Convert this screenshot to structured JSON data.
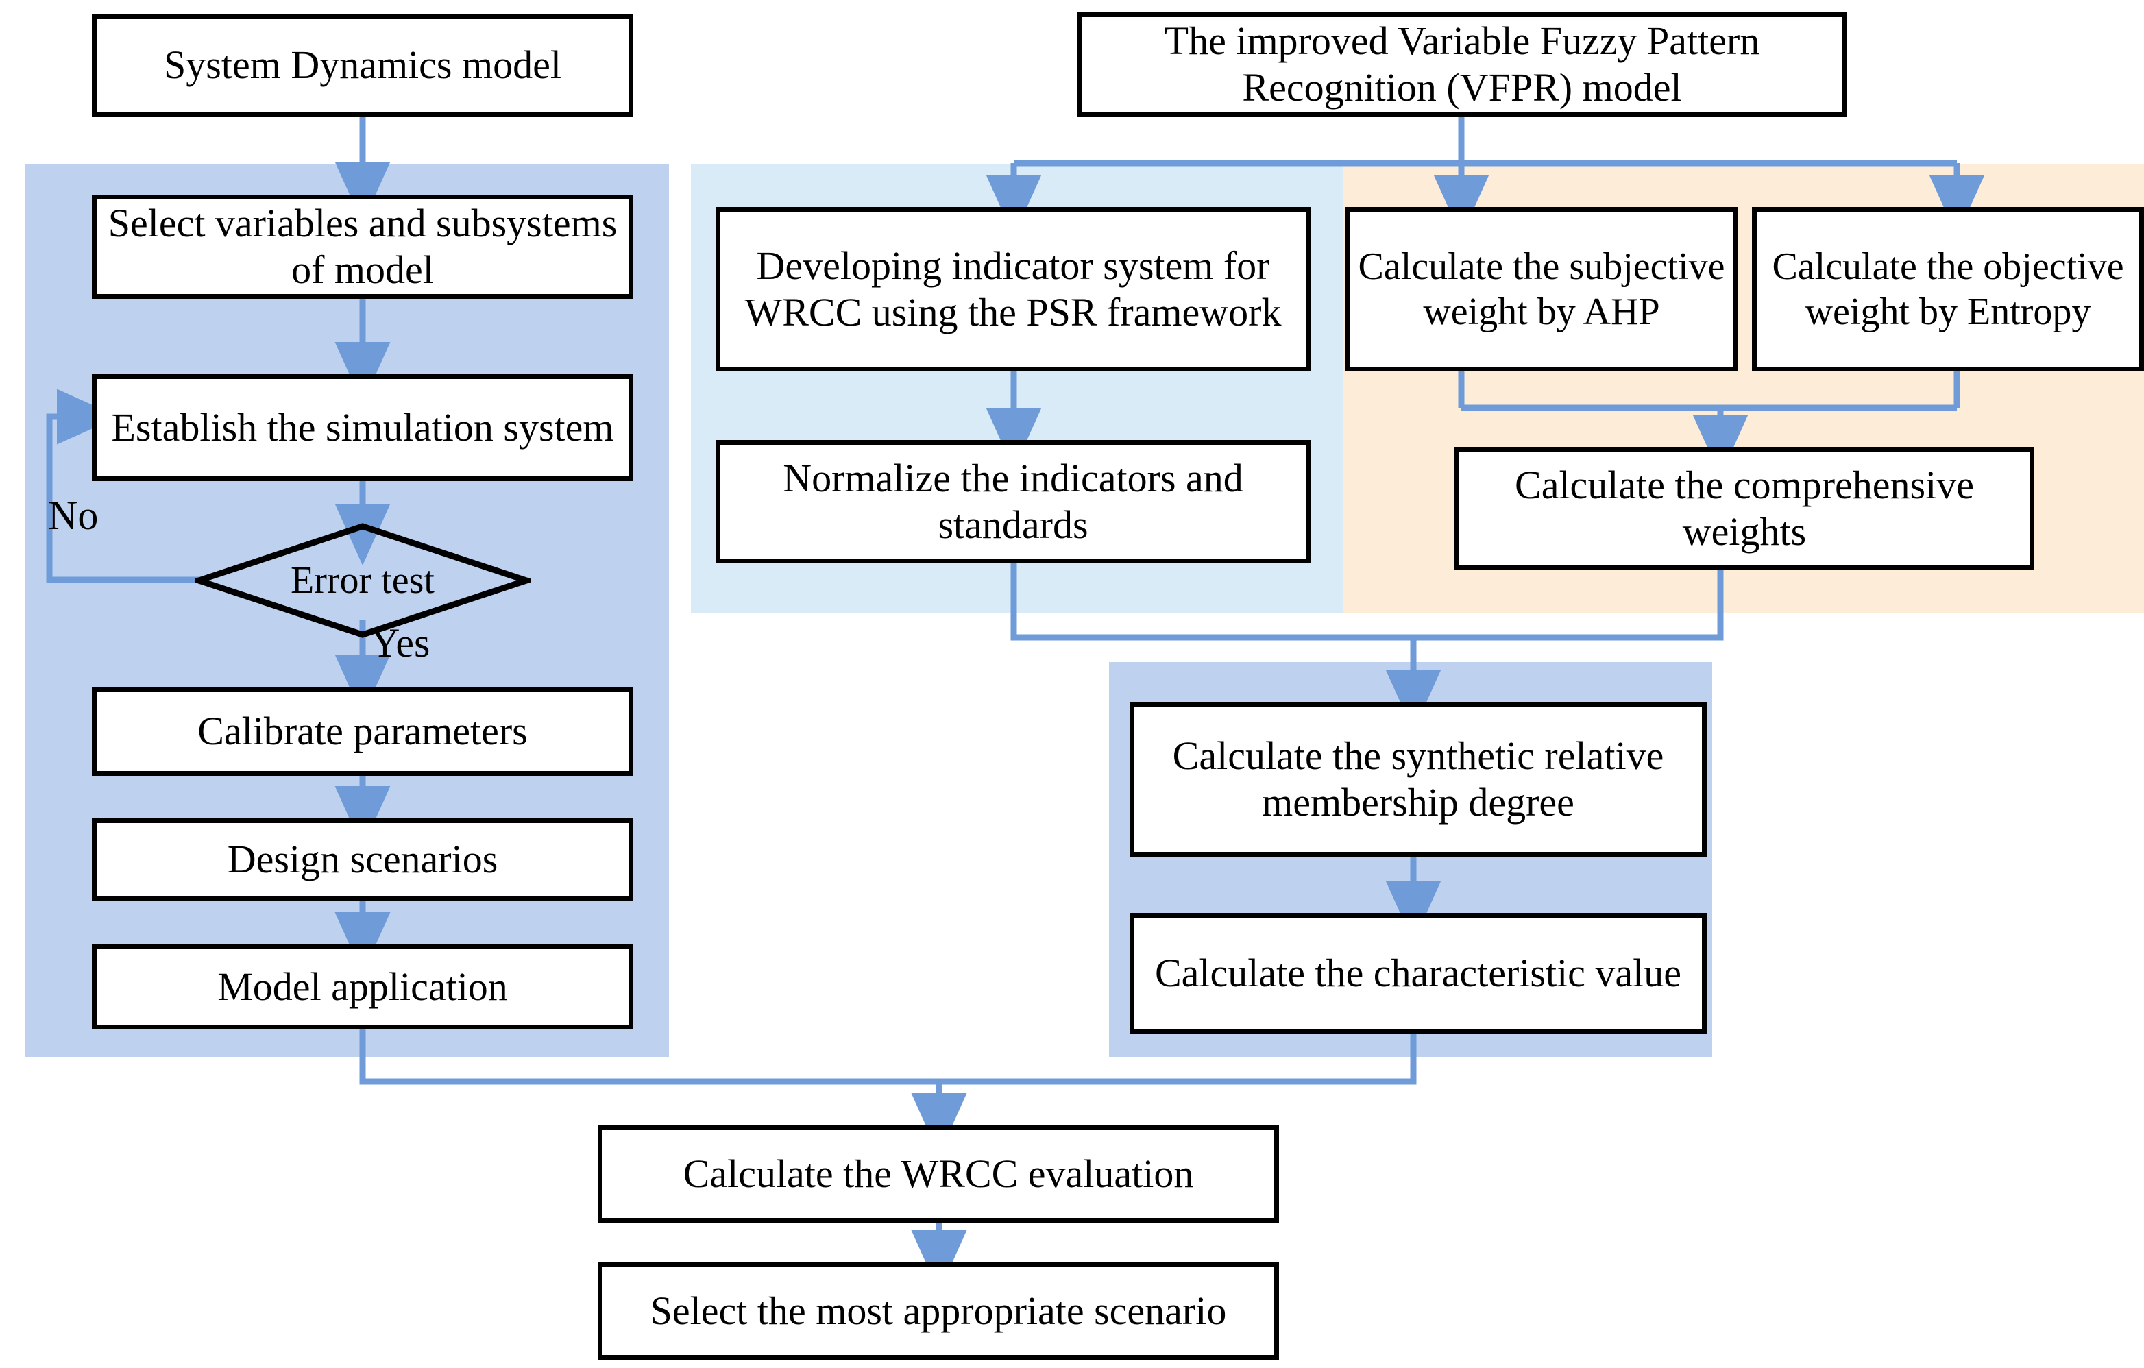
{
  "diagram": {
    "title": "WRCC evaluation methodology flowchart",
    "colors": {
      "arrow": "#6f9bd8",
      "panel_blue": "#bed2f0",
      "panel_cyan": "#d9ebf7",
      "panel_peach": "#fcecd8",
      "node_border": "#000000",
      "node_fill": "#ffffff"
    },
    "panels": [
      {
        "id": "sd-panel",
        "name": "system-dynamics-panel",
        "color": "#bed2f0"
      },
      {
        "id": "indicator-panel",
        "name": "indicator-system-panel",
        "color": "#d9ebf7"
      },
      {
        "id": "weight-panel",
        "name": "weighting-panel",
        "color": "#fcecd8"
      },
      {
        "id": "vfpr-panel",
        "name": "vfpr-computation-panel",
        "color": "#bed2f0"
      }
    ],
    "nodes": {
      "sd_model": "System Dynamics model",
      "vfpr_model": "The improved Variable Fuzzy Pattern Recognition (VFPR) model",
      "select_variables": "Select variables and subsystems of model",
      "establish_sim": "Establish the simulation system",
      "error_test": "Error test",
      "calibrate": "Calibrate parameters",
      "design_scenarios": "Design scenarios",
      "model_application": "Model application",
      "developing_indicator": "Developing indicator system for WRCC using the PSR framework",
      "normalize": "Normalize the indicators and standards",
      "subjective_weight": "Calculate the subjective weight by AHP",
      "objective_weight": "Calculate the objective weight by Entropy",
      "comprehensive_weights": "Calculate the comprehensive weights",
      "synthetic_membership": "Calculate the synthetic relative membership degree",
      "characteristic_value": "Calculate the characteristic value",
      "wrcc_evaluation": "Calculate the WRCC evaluation",
      "select_scenario": "Select the most appropriate scenario"
    },
    "edge_labels": {
      "no": "No",
      "yes": "Yes"
    }
  }
}
